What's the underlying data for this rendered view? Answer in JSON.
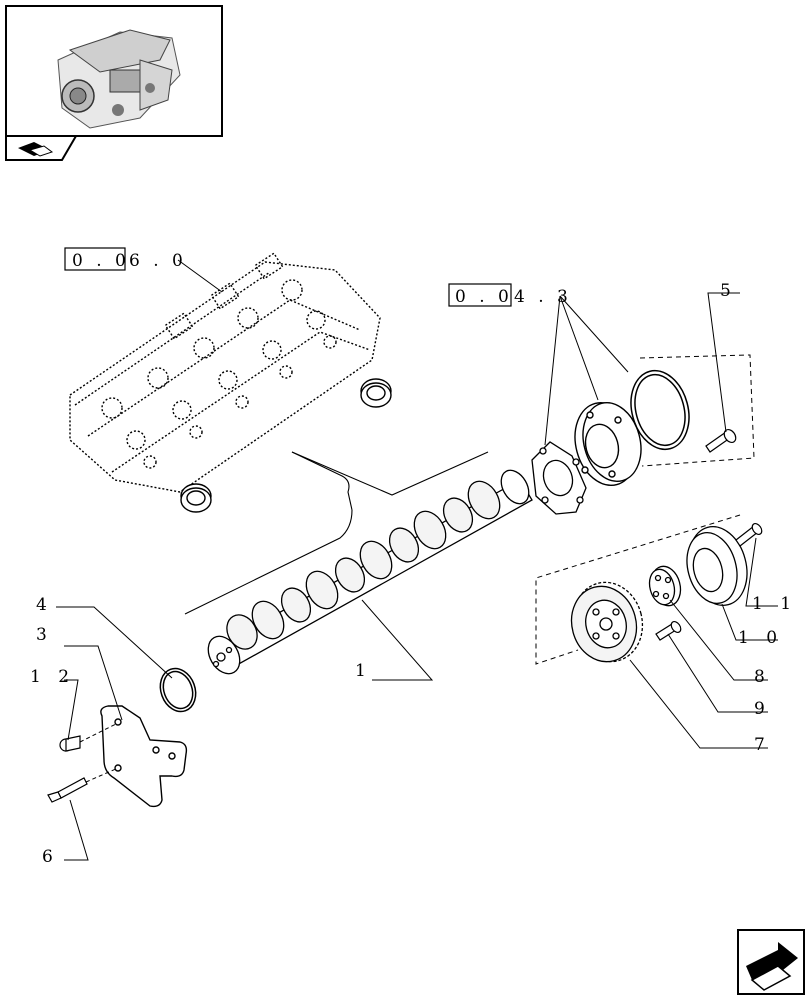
{
  "thumbnail": {
    "icon": "engine-thumbnail"
  },
  "nav": {
    "prev_icon": "book-back-icon",
    "next_icon": "book-forward-icon"
  },
  "references": {
    "ref_060": {
      "boxed": "0 . 0",
      "rest": "6 . 0"
    },
    "ref_043": {
      "boxed": "0 . 0",
      "rest": "4 . 3"
    }
  },
  "callouts": {
    "c1": "1",
    "c3": "3",
    "c4": "4",
    "c5": "5",
    "c6": "6",
    "c7": "7",
    "c8": "8",
    "c9": "9",
    "c10": "1 0",
    "c11": "1 1",
    "c12": "1 2"
  },
  "colors": {
    "line": "#000000",
    "background": "#ffffff"
  }
}
